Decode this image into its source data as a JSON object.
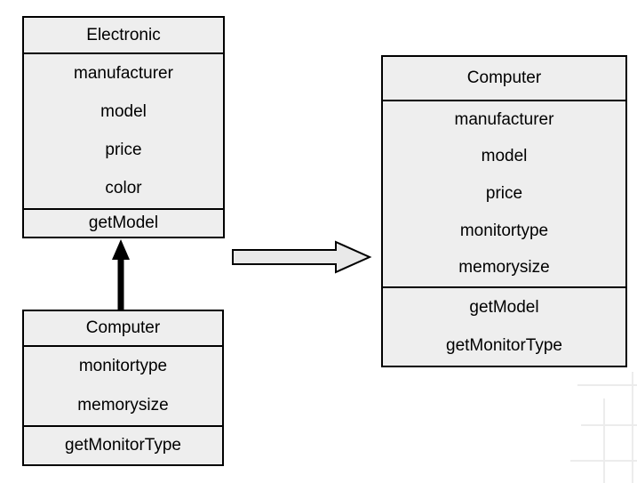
{
  "diagram_title": "class-inheritance-flattening-diagram",
  "classes": {
    "electronic": {
      "title": "Electronic",
      "attributes": [
        "manufacturer",
        "model",
        "price",
        "color"
      ],
      "methods": [
        "getModel"
      ]
    },
    "computer_child": {
      "title": "Computer",
      "attributes": [
        "monitortype",
        "memorysize"
      ],
      "methods": [
        "getMonitorType"
      ]
    },
    "computer_merged": {
      "title": "Computer",
      "attributes": [
        "manufacturer",
        "model",
        "price",
        "monitortype",
        "memorysize"
      ],
      "methods": [
        "getModel",
        "getMonitorType"
      ]
    }
  },
  "icons": {
    "inheritance_arrow": "solid-up-arrow",
    "transform_arrow": "gray-block-right-arrow"
  },
  "colors": {
    "background": "#ffffff",
    "box_fill": "#eeeeee",
    "box_border": "#000000",
    "text_color": "#000000",
    "block_arrow_fill": "#e9e9e9",
    "block_arrow_border": "#000000",
    "inheritance_arrow_color": "#000000",
    "watermark": "#ececec"
  }
}
